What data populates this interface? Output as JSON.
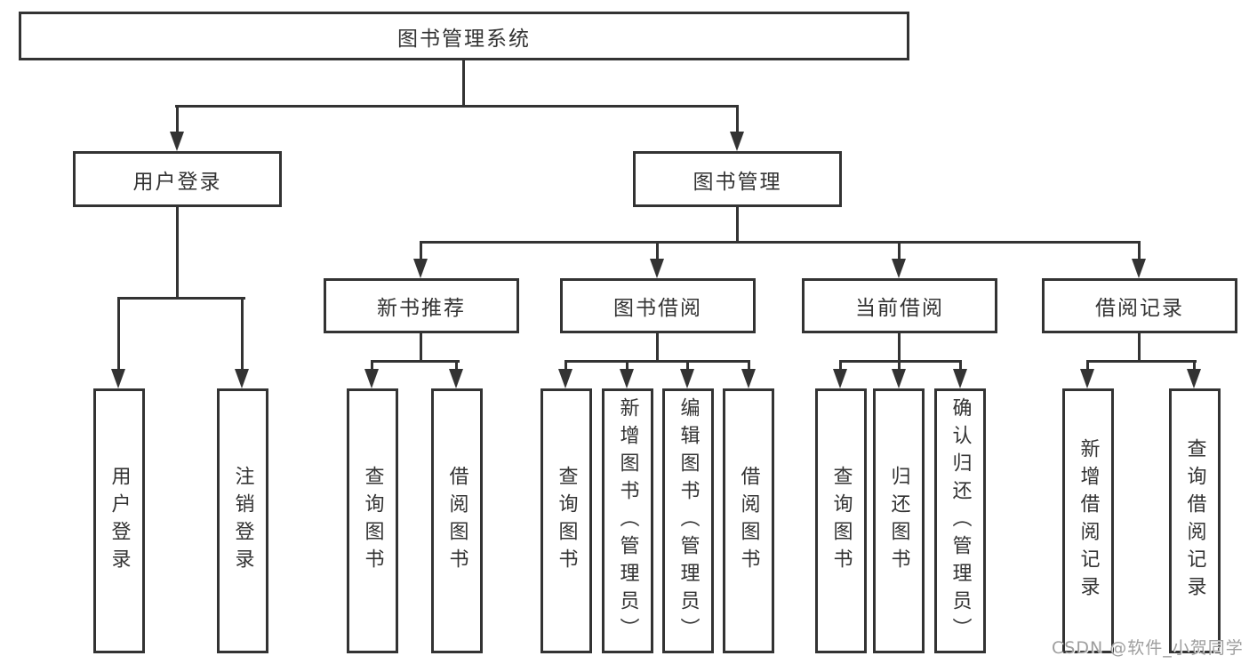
{
  "tree": {
    "root": {
      "label": "图书管理系统"
    },
    "branches": [
      {
        "label": "用户登录",
        "children": [
          {
            "label": "用户登录"
          },
          {
            "label": "注销登录"
          }
        ]
      },
      {
        "label": "图书管理",
        "children": [
          {
            "label": "新书推荐",
            "children": [
              {
                "label": "查询图书"
              },
              {
                "label": "借阅图书"
              }
            ]
          },
          {
            "label": "图书借阅",
            "children": [
              {
                "label": "查询图书"
              },
              {
                "label": "新增图书（管理员）"
              },
              {
                "label": "编辑图书（管理员）"
              },
              {
                "label": "借阅图书"
              }
            ]
          },
          {
            "label": "当前借阅",
            "children": [
              {
                "label": "查询图书"
              },
              {
                "label": "归还图书"
              },
              {
                "label": "确认归还（管理员）"
              }
            ]
          },
          {
            "label": "借阅记录",
            "children": [
              {
                "label": "新增借阅记录"
              },
              {
                "label": "查询借阅记录"
              }
            ]
          }
        ]
      }
    ]
  },
  "watermark": {
    "text": "CSDN @软件_小贺同学",
    "color": "#9e9e9e"
  },
  "colors": {
    "line": "#333333",
    "box_border": "#333333",
    "box_fill": "#ffffff",
    "text": "#333333",
    "background": "#ffffff"
  }
}
